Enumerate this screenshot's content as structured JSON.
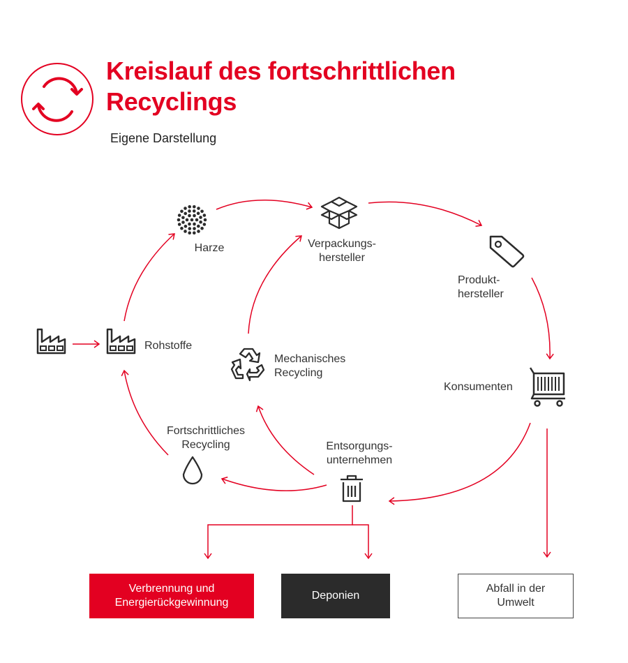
{
  "header": {
    "title_line1": "Kreislauf des fortschrittlichen",
    "title_line2": "Recyclings",
    "subtitle": "Eigene Darstellung",
    "logo_icon": "cycle-arrows-icon"
  },
  "colors": {
    "accent": "#e30021",
    "dark": "#2b2b2b",
    "text": "#333333",
    "background": "#ffffff"
  },
  "nodes": {
    "harze": {
      "label": "Harze",
      "icon": "resin-dots-icon"
    },
    "verpackung": {
      "label": "Verpackungs-\nhersteller",
      "icon": "open-box-icon"
    },
    "produkt": {
      "label": "Produkt-\nhersteller",
      "icon": "price-tag-icon"
    },
    "konsumenten": {
      "label": "Konsumenten",
      "icon": "shopping-cart-icon"
    },
    "rohstoffe": {
      "label": "Rohstoffe",
      "icon": "factory-icon"
    },
    "source": {
      "label": "",
      "icon": "factory-icon"
    },
    "mechanisch": {
      "label": "Mechanisches\nRecycling",
      "icon": "recycle-icon"
    },
    "fortschrittlich": {
      "label": "Fortschrittliches\nRecycling",
      "icon": "droplet-icon"
    },
    "entsorgung": {
      "label": "Entsorgungs-\nunternehmen",
      "icon": "trash-bin-icon"
    }
  },
  "outcomes": [
    {
      "label": "Verbrennung und\nEnergierückgewinnung",
      "style": "red"
    },
    {
      "label": "Deponien",
      "style": "dark"
    },
    {
      "label": "Abfall in der\nUmwelt",
      "style": "outline"
    }
  ],
  "flows": [
    {
      "from": "source",
      "to": "rohstoffe"
    },
    {
      "from": "rohstoffe",
      "to": "harze"
    },
    {
      "from": "harze",
      "to": "verpackung"
    },
    {
      "from": "verpackung",
      "to": "produkt"
    },
    {
      "from": "produkt",
      "to": "konsumenten"
    },
    {
      "from": "konsumenten",
      "to": "entsorgung"
    },
    {
      "from": "konsumenten",
      "to": "Abfall in der Umwelt"
    },
    {
      "from": "entsorgung",
      "to": "fortschrittlich"
    },
    {
      "from": "entsorgung",
      "to": "mechanisch"
    },
    {
      "from": "fortschrittlich",
      "to": "rohstoffe"
    },
    {
      "from": "mechanisch",
      "to": "verpackung"
    },
    {
      "from": "entsorgung",
      "to": "Verbrennung und Energierückgewinnung"
    },
    {
      "from": "entsorgung",
      "to": "Deponien"
    }
  ]
}
